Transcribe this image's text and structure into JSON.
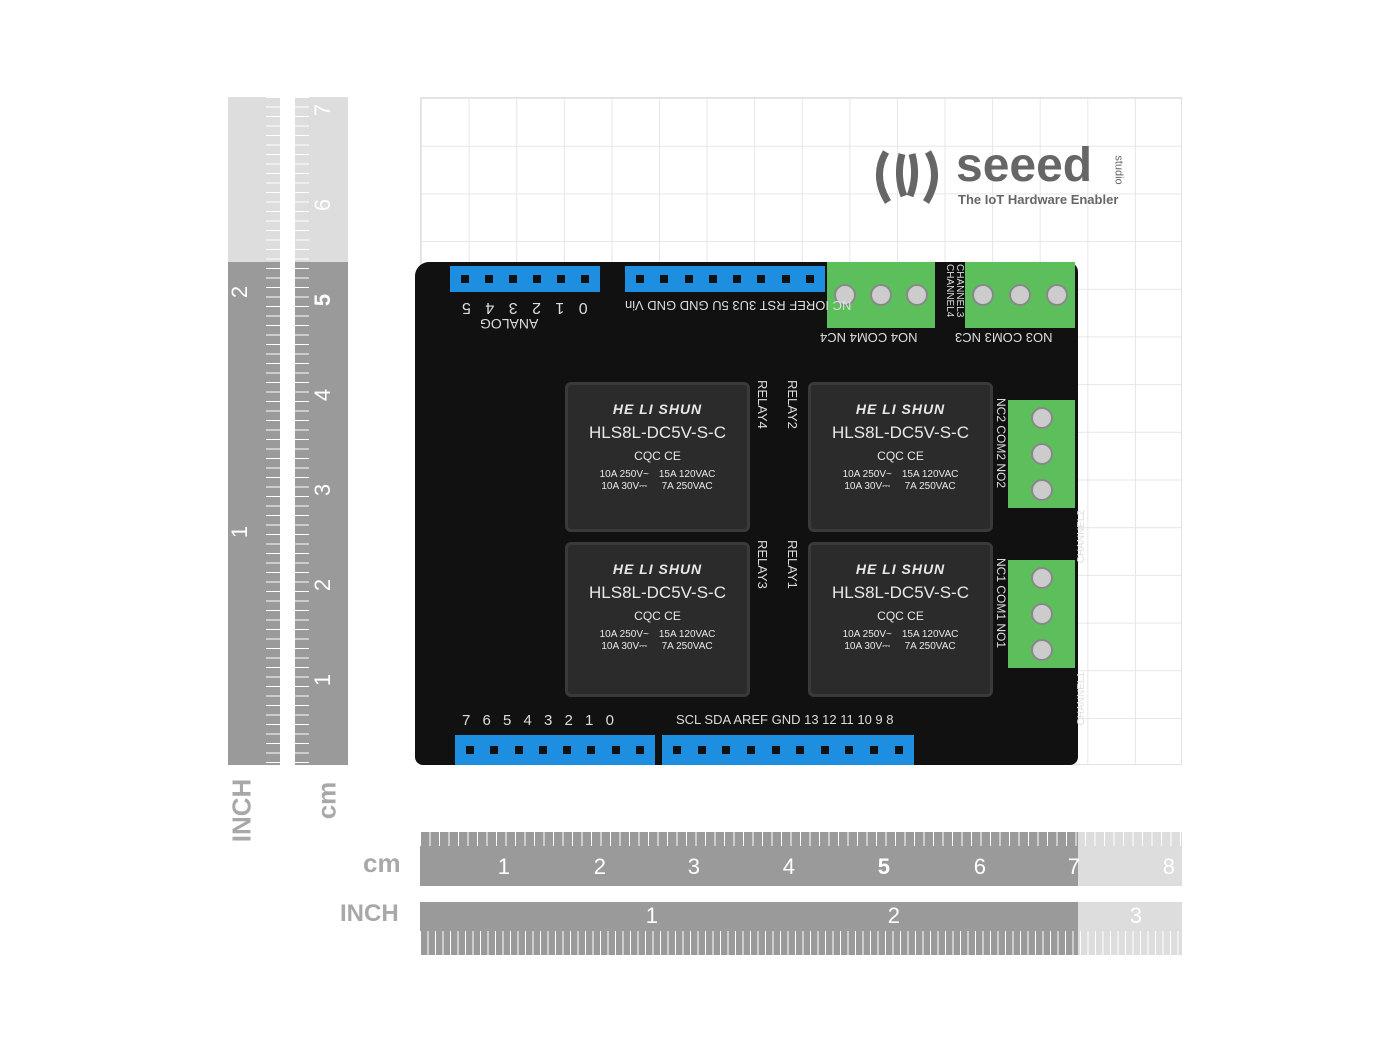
{
  "logo": {
    "brand": "seeed",
    "sub": "studio",
    "tagline": "The IoT Hardware Enabler"
  },
  "rulers": {
    "cm_unit": "cm",
    "inch_unit": "INCH",
    "cm_labels": [
      "1",
      "2",
      "3",
      "4",
      "5",
      "6",
      "7",
      "8"
    ],
    "inch_labels": [
      "1",
      "2",
      "3"
    ],
    "v_cm_labels": [
      "1",
      "2",
      "3",
      "4",
      "5",
      "6",
      "7"
    ],
    "v_inch_labels": [
      "1",
      "2"
    ]
  },
  "relay": {
    "brand": "HE LI SHUN",
    "model": "HLS8L-DC5V-S-C",
    "marks": "CQC CE",
    "spec_left": [
      "10A 250V~",
      "10A 30V⎓"
    ],
    "spec_right": [
      "15A 120VAC",
      "7A 250VAC"
    ]
  },
  "silk": {
    "analog": "ANALOG",
    "analog_pins": "0 1 2 3 4 5",
    "power_pins": "NC IOREF RST 3U3 5U GND GND Vin",
    "digital_low": "7 6 5 4 3 2 1 0",
    "digital_high": "SCL SDA AREF GND 13 12 11 10 9 8",
    "relays": [
      "RELAY1",
      "RELAY2",
      "RELAY3",
      "RELAY4"
    ],
    "channels": [
      "CHANNEL1",
      "CHANNEL2",
      "CHANNEL3",
      "CHANNEL4"
    ],
    "term_top_left": "NO4 COM4 NC4",
    "term_top_right": "NO3 COM3 NC3",
    "term_right_1": "NC1 COM1 NO1",
    "term_right_2": "NC2 COM2 NO2"
  }
}
